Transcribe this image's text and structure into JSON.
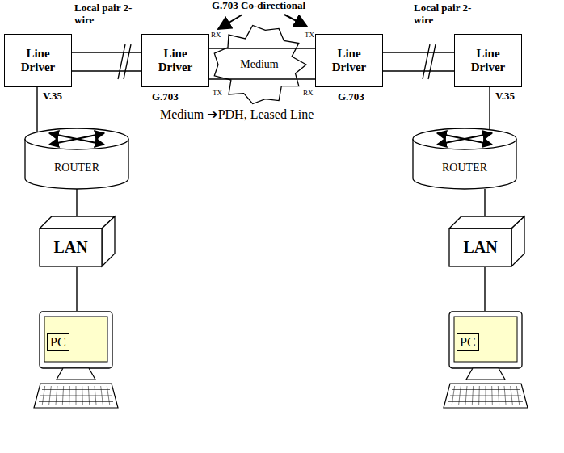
{
  "diagram": {
    "nodes": [
      {
        "text": [
          "Line Driver"
        ]
      },
      {
        "text": [
          "Line Driver"
        ]
      },
      {
        "text": [
          "Medium"
        ]
      },
      {
        "text": [
          "Line Driver"
        ]
      },
      {
        "text": [
          "Line Driver"
        ]
      },
      {
        "text": [
          "ROUTER"
        ]
      },
      {
        "text": [
          "ROUTER"
        ]
      },
      {
        "text": [
          "LAN"
        ]
      },
      {
        "text": [
          "LAN"
        ]
      },
      {
        "text": [
          "PC"
        ]
      },
      {
        "text": [
          "PC"
        ]
      }
    ],
    "edges": [
      {
        "from": 0,
        "to": 1,
        "arrow": "none"
      },
      {
        "from": 1,
        "to": 2,
        "arrow": "none"
      },
      {
        "from": 2,
        "to": 3,
        "arrow": "none"
      },
      {
        "from": 3,
        "to": 4,
        "arrow": "none"
      },
      {
        "from": 0,
        "to": 5,
        "label": "V.35",
        "arrow": "none"
      },
      {
        "from": 4,
        "to": 6,
        "label": "V.35",
        "arrow": "none"
      },
      {
        "from": 5,
        "to": 7,
        "arrow": "none"
      },
      {
        "from": 6,
        "to": 8,
        "arrow": "none"
      },
      {
        "from": 7,
        "to": 9,
        "arrow": "none"
      },
      {
        "from": 8,
        "to": 10,
        "arrow": "none"
      }
    ],
    "labels": [
      "Local pair 2-wire",
      "G.703 Co-directional",
      "Local pair 2-wire",
      "RX",
      "TX",
      "TX",
      "RX",
      "G.703",
      "G.703",
      "Medium ➔PDH, Leased Line"
    ]
  }
}
